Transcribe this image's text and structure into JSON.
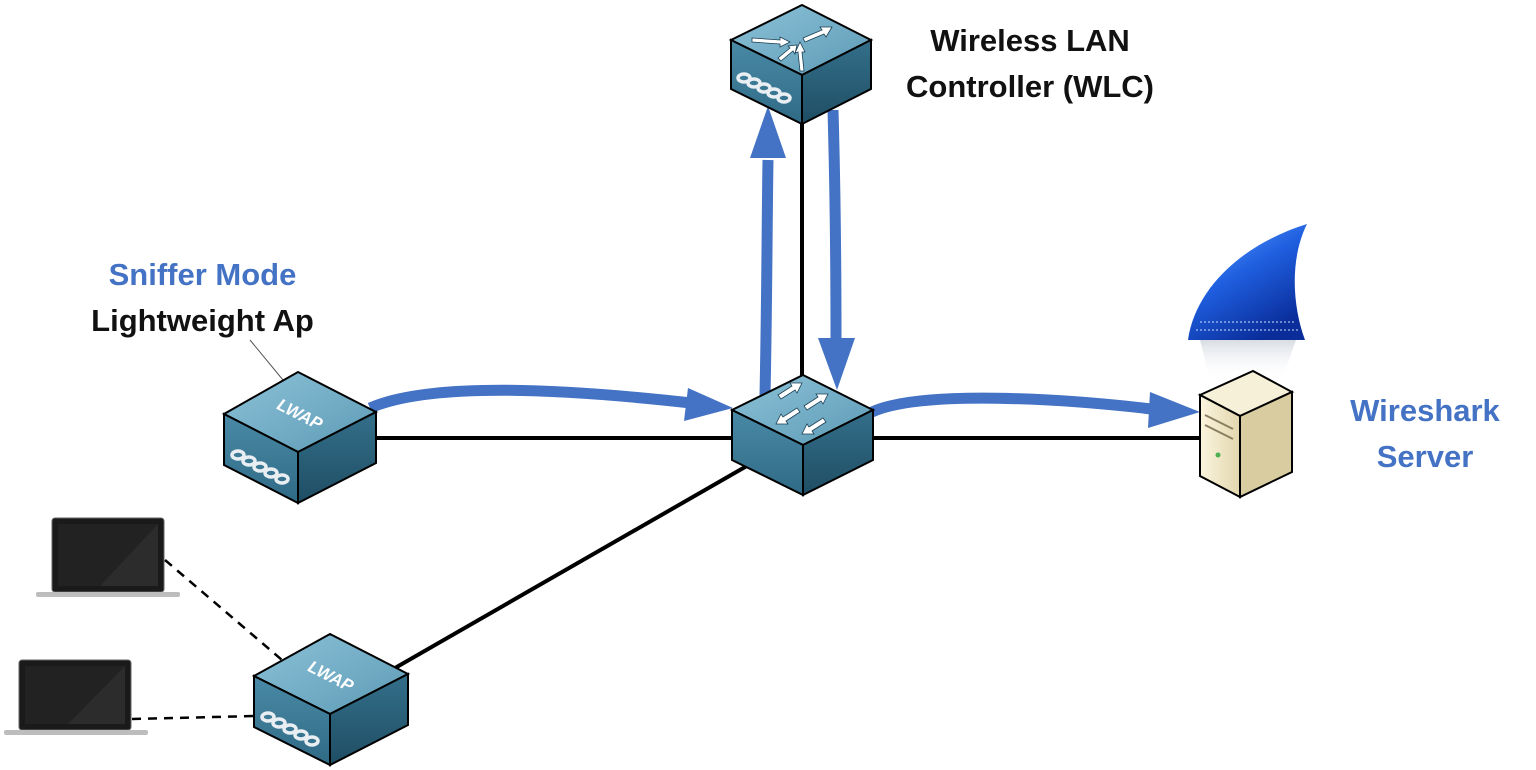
{
  "labels": {
    "wlc_line1": "Wireless LAN",
    "wlc_line2": "Controller (WLC)",
    "sniffer_mode": "Sniffer Mode",
    "lightweight_ap": "Lightweight Ap",
    "wireshark_line1": "Wireshark",
    "wireshark_line2": "Server"
  },
  "devices": {
    "ap_sniffer_text": "LWAP",
    "ap_client_text": "LWAP"
  },
  "colors": {
    "accent_blue": "#4472c4",
    "device_top": "#7ab3cc",
    "device_front": "#3d7a96",
    "device_side": "#2a5a72",
    "server_body": "#efe6c8"
  }
}
